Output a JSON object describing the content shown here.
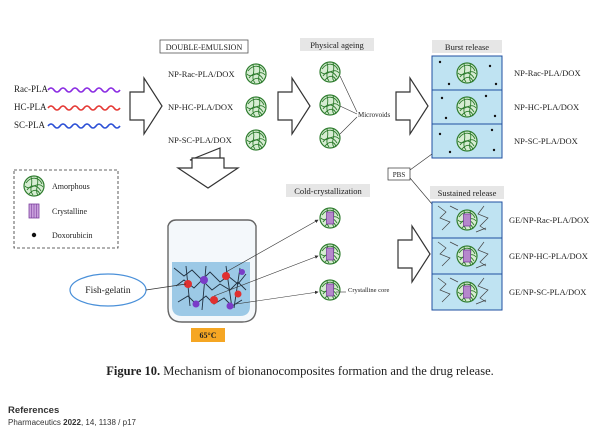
{
  "figure": {
    "emulsion_label": "DOUBLE-EMULSION",
    "ageing_label": "Physical ageing",
    "burst_label": "Burst release",
    "sustained_label": "Sustained release",
    "cold_label": "Cold-crystallization",
    "polymers": [
      "Rac-PLA",
      "HC-PLA",
      "SC-PLA"
    ],
    "np_labels": [
      "NP-Rac-PLA/DOX",
      "NP-HC-PLA/DOX",
      "NP-SC-PLA/DOX"
    ],
    "burst_labels": [
      "NP-Rac-PLA/DOX",
      "NP-HC-PLA/DOX",
      "NP-SC-PLA/DOX"
    ],
    "ge_labels": [
      "GE/NP-Rac-PLA/DOX",
      "GE/NP-HC-PLA/DOX",
      "GE/NP-SC-PLA/DOX"
    ],
    "microvoids_label": "Microvoids",
    "pbs_label": "PBS",
    "legend": {
      "amorphous": "Amorphous",
      "crystalline": "Crystalline",
      "doxorubicin": "Doxorubicin"
    },
    "fish_gelatin_label": "Fish-gelatin",
    "temperature_label": "65°C",
    "crystalline_core_label": "Crystalline core",
    "colors": {
      "rac": "#8a2be2",
      "hc": "#e53935",
      "sc": "#2b4fd6",
      "green": "#3c9a3c",
      "water": "#bfe3f2",
      "orange": "#f5a623"
    }
  },
  "caption": {
    "figure_number": "Figure 10.",
    "text": "Mechanism of bionanocomposites formation and the drug release."
  },
  "references_heading": "References",
  "journal_line": {
    "journal": "Pharmaceutics",
    "year": "2022",
    "rest": ", 14, 1138  /  p17"
  }
}
